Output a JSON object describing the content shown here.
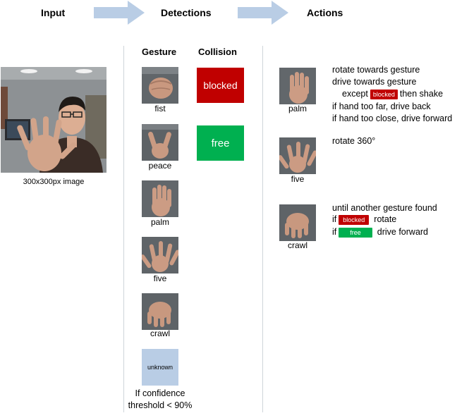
{
  "headers": {
    "input": "Input",
    "detections": "Detections",
    "actions": "Actions"
  },
  "subheaders": {
    "gesture": "Gesture",
    "collision": "Collision"
  },
  "input": {
    "caption": "300x300px image"
  },
  "gestures": [
    {
      "label": "fist"
    },
    {
      "label": "peace"
    },
    {
      "label": "palm"
    },
    {
      "label": "five"
    },
    {
      "label": "crawl"
    }
  ],
  "unknown": {
    "label": "unknown",
    "note_line1": "If confidence",
    "note_line2": "threshold < 90%"
  },
  "collision": {
    "blocked": {
      "label": "blocked",
      "color": "#c00000"
    },
    "free": {
      "label": "free",
      "color": "#00b050"
    }
  },
  "actions": {
    "palm": {
      "label": "palm",
      "line1": "rotate towards gesture",
      "line2": "drive towards gesture",
      "line3_pre": "except",
      "line3_badge": "blocked",
      "line3_post": "then shake",
      "line4": "if hand too far, drive back",
      "line5": "if hand too close, drive forward"
    },
    "five": {
      "label": "five",
      "line1": "rotate 360°"
    },
    "crawl": {
      "label": "crawl",
      "line1": "until another gesture found",
      "line2_pre": "if",
      "line2_badge": "blocked",
      "line2_post": "rotate",
      "line3_pre": "if",
      "line3_badge": "free",
      "line3_post": "drive forward"
    }
  },
  "colors": {
    "arrow": "#b9cde5",
    "unknown_box": "#b9cde5",
    "divider": "#cfd5da"
  }
}
